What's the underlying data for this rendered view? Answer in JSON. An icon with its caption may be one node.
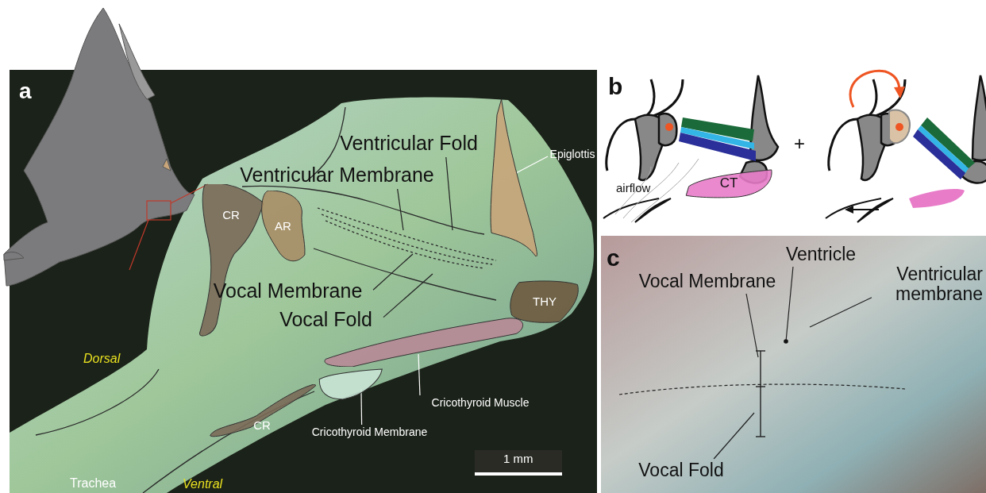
{
  "diagram": {
    "nodes": [
      {
        "text": [
          "CR"
        ]
      },
      {
        "text": [
          "AR"
        ]
      },
      {
        "text": [
          "THY"
        ]
      },
      {
        "text": [
          "CR"
        ]
      },
      {
        "text": [],
        "shape": "blob"
      },
      {
        "text": [],
        "shape": "blob"
      },
      {
        "text": [],
        "shape": "blob"
      },
      {
        "text": [
          "Ventricular Fold"
        ]
      },
      {
        "text": [
          "Ventricular Membrane"
        ]
      },
      {
        "text": [
          "Vocal Membrane"
        ]
      },
      {
        "text": [
          "Vocal Fold"
        ]
      },
      {
        "text": [
          "Epiglottis"
        ]
      },
      {
        "text": [
          "Cricothyroid Muscle"
        ]
      },
      {
        "text": [
          "Cricothyroid Membrane"
        ]
      },
      {
        "text": [
          "CT"
        ]
      },
      {
        "text": [
          "Vocal Membrane"
        ]
      },
      {
        "text": [
          "Ventricle"
        ]
      },
      {
        "text": [
          "Ventricular membrane"
        ]
      },
      {
        "text": [
          "Vocal Fold"
        ]
      }
    ],
    "edges": [
      {
        "from": 7,
        "to": null,
        "arrow": "none"
      },
      {
        "from": 8,
        "to": null,
        "arrow": "none"
      },
      {
        "from": 9,
        "to": null,
        "arrow": "none"
      },
      {
        "from": 10,
        "to": null,
        "arrow": "none"
      },
      {
        "from": 11,
        "to": 4,
        "arrow": "none",
        "color": "#ffffff"
      },
      {
        "from": 12,
        "to": 5,
        "arrow": "none",
        "color": "#ffffff"
      },
      {
        "from": 13,
        "to": 6,
        "arrow": "none",
        "color": "#ffffff"
      },
      {
        "from": 15,
        "to": null,
        "arrow": "none"
      },
      {
        "from": 16,
        "to": null,
        "arrow": "other"
      },
      {
        "from": 17,
        "to": null,
        "arrow": "none"
      },
      {
        "from": 18,
        "to": null,
        "arrow": "none"
      }
    ],
    "labels": [
      "a",
      "Dorsal",
      "Trachea",
      "Ventral",
      "1 mm",
      "b",
      "airflow",
      "+",
      "c"
    ]
  }
}
